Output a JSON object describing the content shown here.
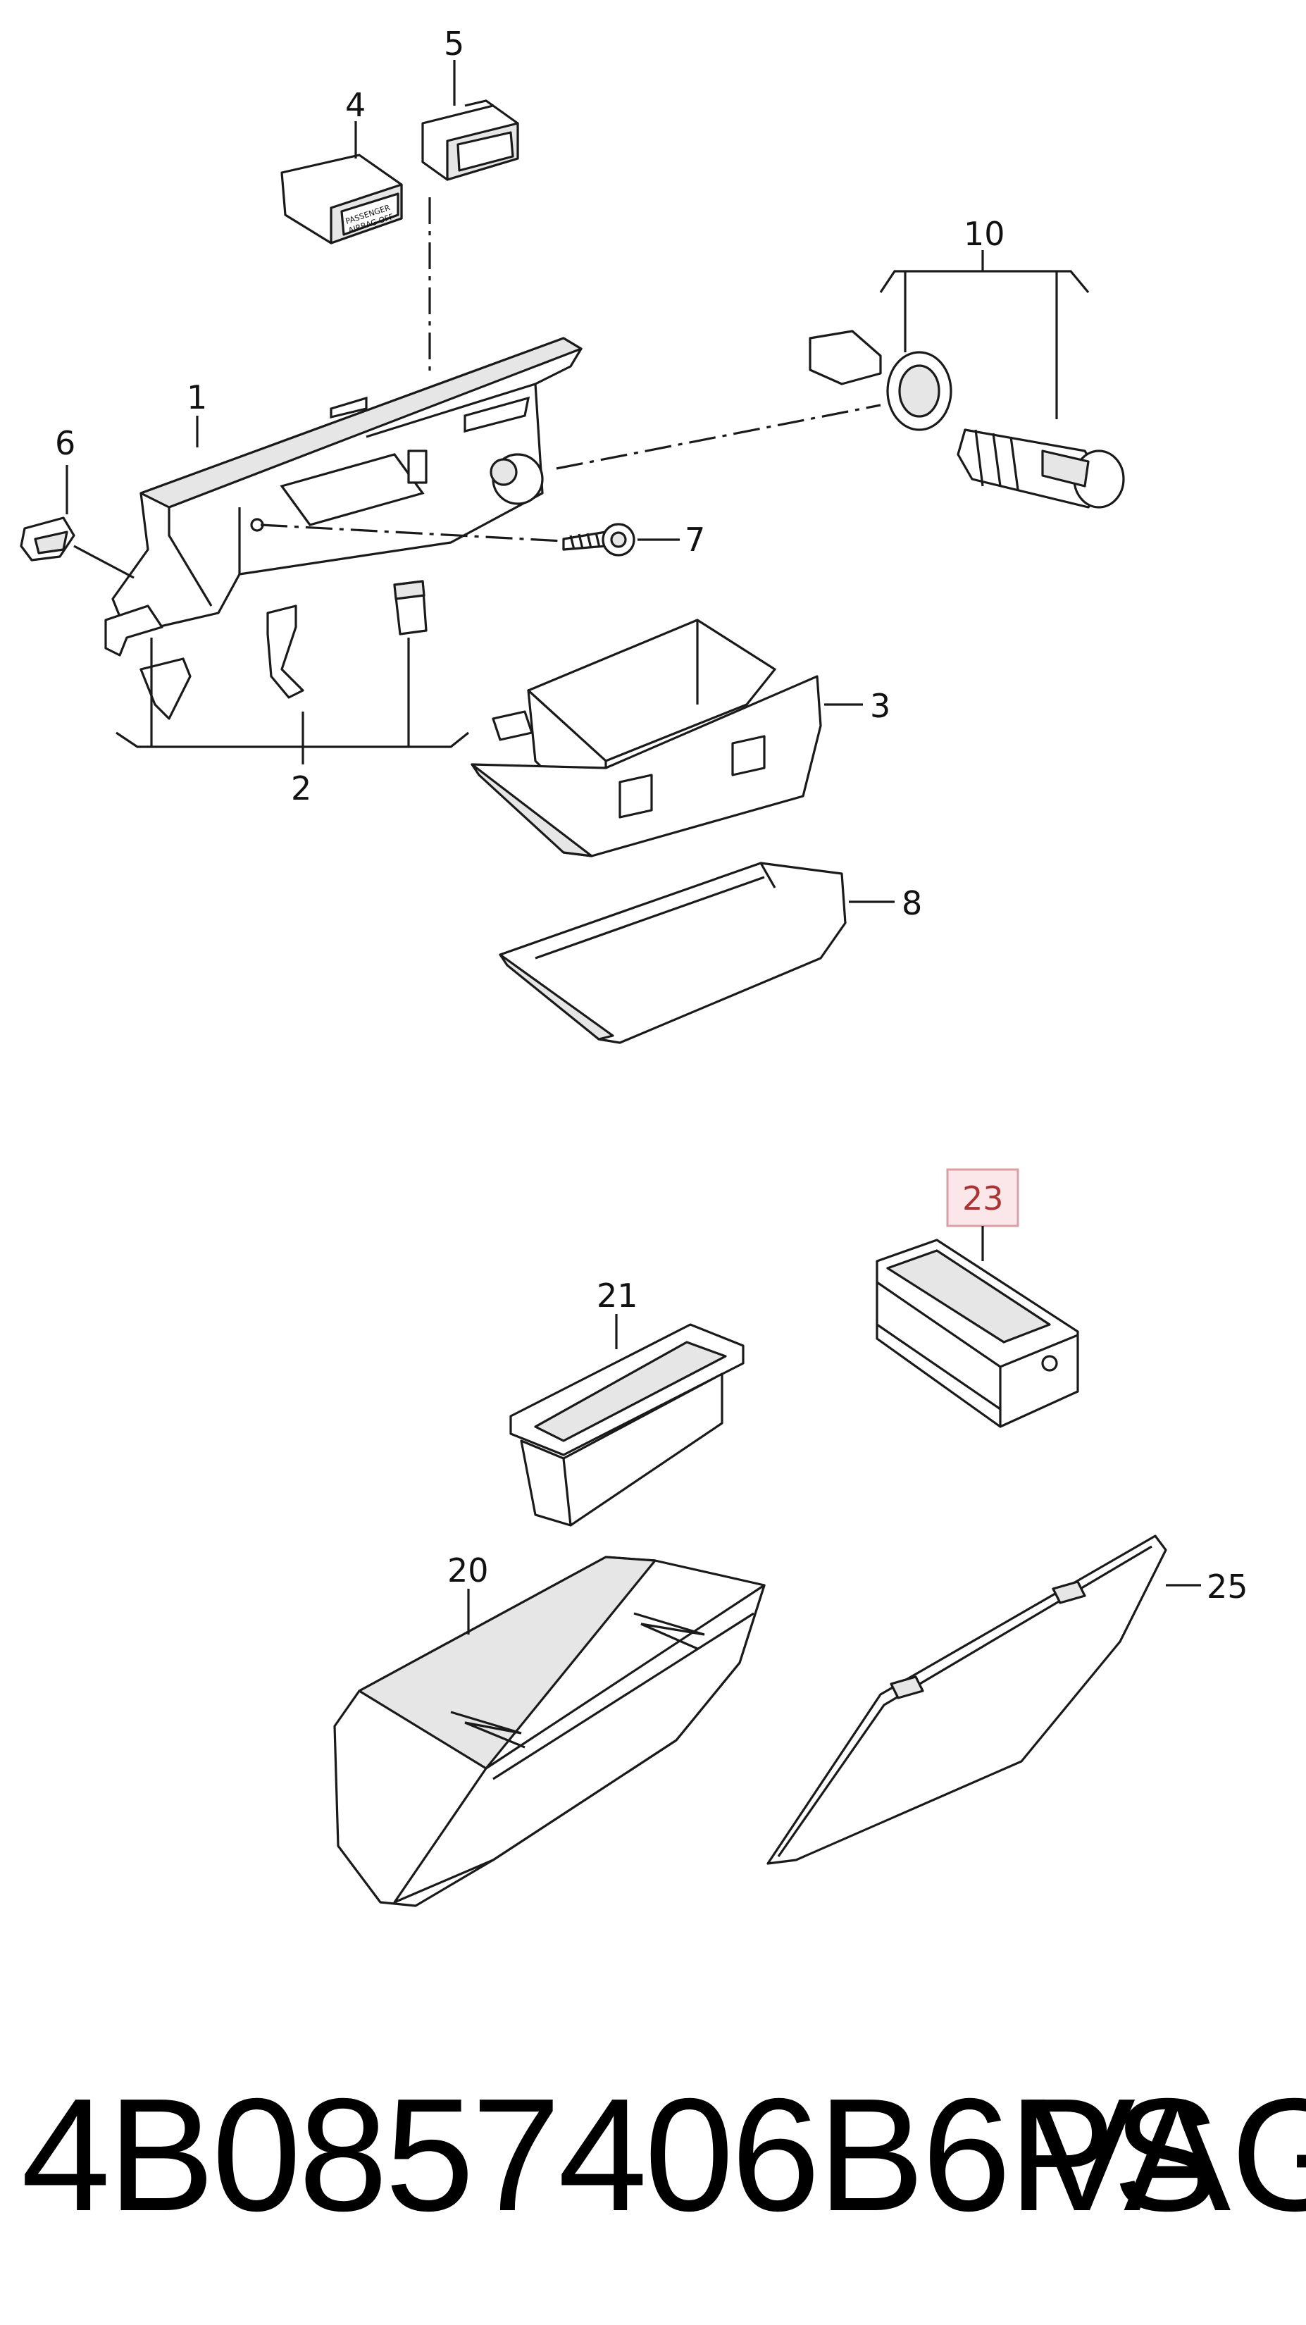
{
  "callouts": {
    "c1": "1",
    "c2": "2",
    "c3": "3",
    "c4": "4",
    "c5": "5",
    "c6": "6",
    "c7": "7",
    "c8": "8",
    "c10": "10",
    "c20": "20",
    "c21": "21",
    "c23": "23",
    "c25": "25"
  },
  "switch_label": {
    "line1": "PASSENGER",
    "line2": "AIRBAG OFF"
  },
  "highlight": {
    "callout": "23",
    "color": "#d9a0a8"
  },
  "footer": {
    "part_number": "4B0857406B6PS",
    "brand": "VAG"
  }
}
